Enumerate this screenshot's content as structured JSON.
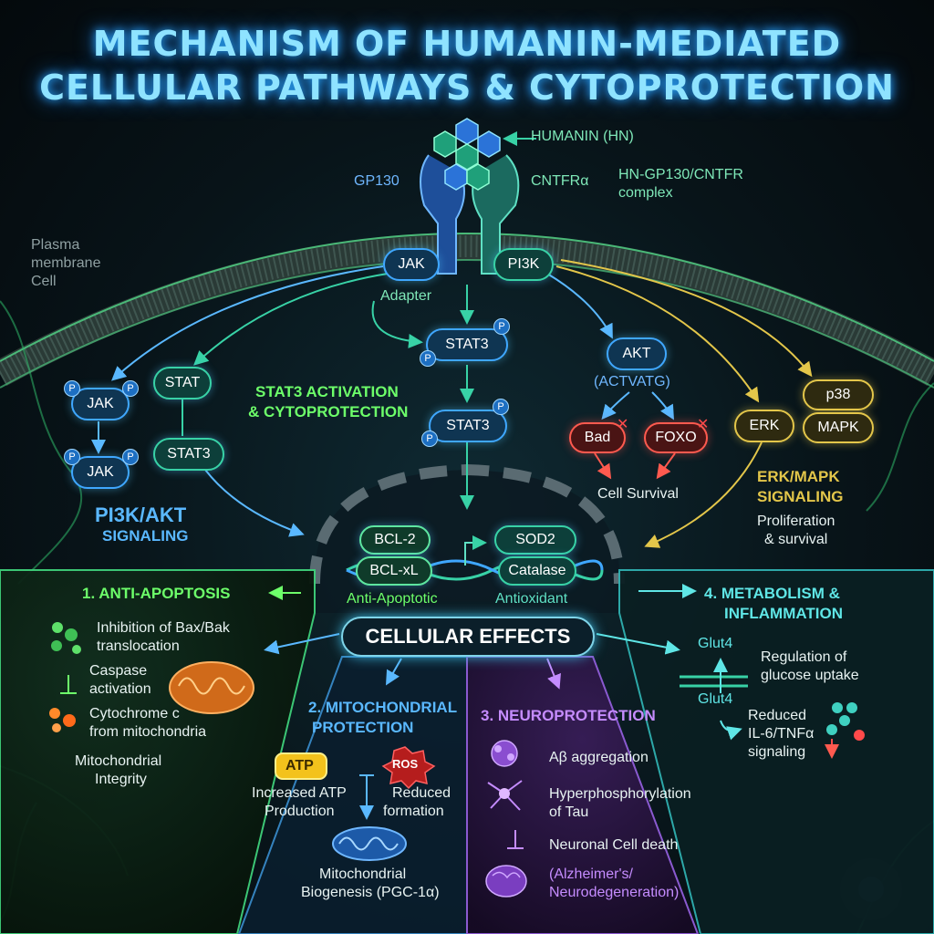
{
  "title": {
    "line1": "MECHANISM OF HUMANIN-MEDIATED",
    "line2": "CELLULAR PATHWAYS & CYTOPROTECTION"
  },
  "receptor": {
    "ligand": "HUMANIN (HN)",
    "gp130": "GP130",
    "cntfr": "CNTFRα",
    "complex_line1": "HN-GP130/CNTFR",
    "complex_line2": "complex",
    "membrane_line1": "Plasma",
    "membrane_line2": "membrane",
    "membrane_line3": "Cell",
    "jak": "JAK",
    "pi3k": "PI3K",
    "adapter": "Adapter"
  },
  "stat3_branch": {
    "stat3_top": "STAT3",
    "stat3_mid": "STAT3",
    "heading_line1": "STAT3 ACTIVATION",
    "heading_line2": "& CYTOPROTECTION"
  },
  "left_branch": {
    "jak1": "JAK",
    "jak2": "JAK",
    "stat": "STAT",
    "stat3": "STAT3",
    "heading_line1": "PI3K/AKT",
    "heading_line2": "SIGNALING"
  },
  "akt_branch": {
    "akt": "AKT",
    "activated": "(ACTVATG)",
    "bad": "Bad",
    "foxo": "FOXO",
    "survival": "Cell Survival"
  },
  "erk_branch": {
    "erk": "ERK",
    "p38": "p38",
    "mapk": "MAPK",
    "heading_line1": "ERK/MAPK",
    "heading_line2": "SIGNALING",
    "sub_line1": "Proliferation",
    "sub_line2": "& survival"
  },
  "nucleus": {
    "bcl2": "BCL-2",
    "bclxl": "BCL-xL",
    "sod2": "SOD2",
    "catalase": "Catalase",
    "anti_apoptotic": "Anti-Apoptotic",
    "antioxidant": "Antioxidant"
  },
  "phospho": "P",
  "center": "CELLULAR EFFECTS",
  "anti_apoptosis": {
    "heading": "1. ANTI-APOPTOSIS",
    "item1_line1": "Inhibition of Bax/Bak",
    "item1_line2": "translocation",
    "item2_line1": "Caspase",
    "item2_line2": "activation",
    "item3_line1": "Cytochrome c",
    "item3_line2": "from mitochondria",
    "footer_line1": "Mitochondrial",
    "footer_line2": "Integrity"
  },
  "mito": {
    "heading_line1": "2. MITOCHONDRIAL",
    "heading_line2": "PROTECTION",
    "atp": "ATP",
    "ros": "ROS",
    "atp_line1": "Increased ATP",
    "atp_line2": "Production",
    "ros_line1": "Reduced",
    "ros_line2": "formation",
    "bio_line1": "Mitochondrial",
    "bio_line2": "Biogenesis (PGC-1α)"
  },
  "neuro": {
    "heading": "3. NEUROPROTECTION",
    "item1": "Aβ aggregation",
    "item2_line1": "Hyperphosphorylation",
    "item2_line2": "of Tau",
    "item3": "Neuronal Cell death",
    "item4_line1": "(Alzheimer's/",
    "item4_line2": "Neurodegeneration)"
  },
  "metabolism": {
    "heading_line1": "4. METABOLISM &",
    "heading_line2": "INFLAMMATION",
    "glut_top": "Glut4",
    "glut_bottom": "Glut4",
    "item1_line1": "Regulation of",
    "item1_line2": "glucose uptake",
    "item2_line1": "Reduced",
    "item2_line2": "IL-6/TNFα",
    "item2_line3": "signaling"
  },
  "colors": {
    "title": "#8fe3ff",
    "green_heading": "#6dff6a",
    "teal": "#38d2a6",
    "blue": "#3fa7ff",
    "gold": "#e3c64a",
    "red": "#ff5a4f",
    "purple": "#c58cff",
    "cyan": "#5fe6e6"
  }
}
